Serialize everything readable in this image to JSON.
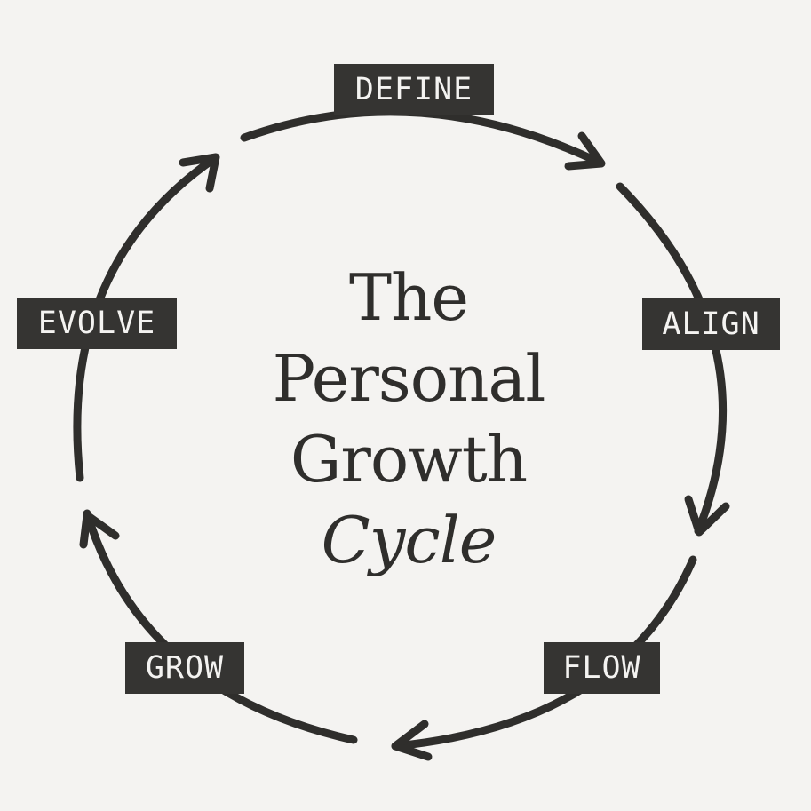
{
  "title": {
    "line1": "The",
    "line2": "Personal",
    "line3": "Growth",
    "line4": "Cycle"
  },
  "stages": {
    "define": "DEFINE",
    "align": "ALIGN",
    "flow": "FLOW",
    "grow": "GROW",
    "evolve": "EVOLVE"
  },
  "colors": {
    "background": "#f4f3f1",
    "ink": "#2f2e2c",
    "label_fill": "#353432",
    "label_text": "#f4f3f1"
  },
  "icons": {
    "arrows": "curved-arrow-clockwise"
  }
}
